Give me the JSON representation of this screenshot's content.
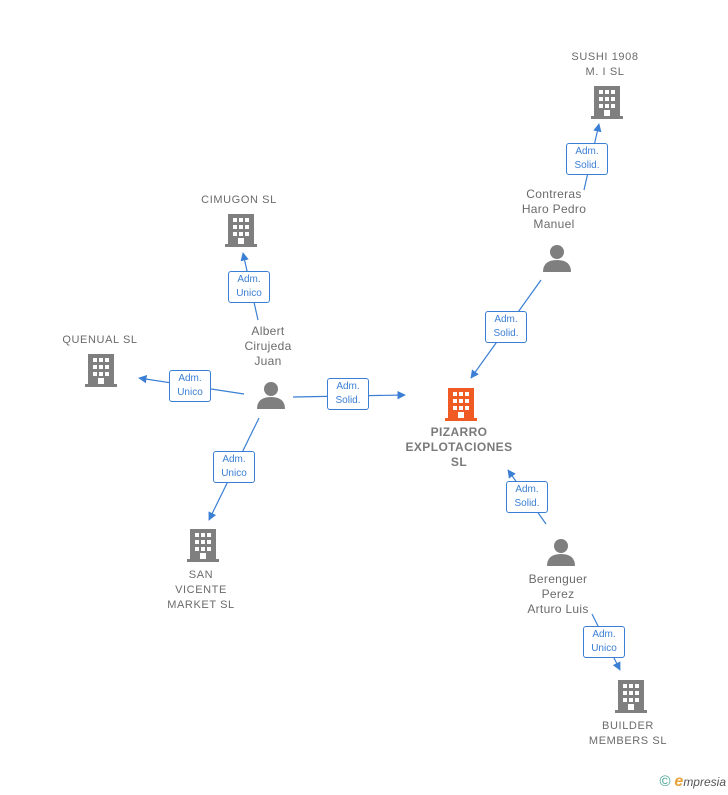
{
  "colors": {
    "edge": "#3b7fd4",
    "node_gray": "#7f7f7f",
    "node_main": "#f05a23"
  },
  "nodes": {
    "pizarro": {
      "label": "PIZARRO\nEXPLOTACIONES\nSL",
      "icon": "building-icon"
    },
    "sushi": {
      "label": "SUSHI 1908\nM. I SL",
      "icon": "building-icon"
    },
    "cimugon": {
      "label": "CIMUGON SL",
      "icon": "building-icon"
    },
    "quenual": {
      "label": "QUENUAL SL",
      "icon": "building-icon"
    },
    "sanvicente": {
      "label": "SAN\nVICENTE\nMARKET SL",
      "icon": "building-icon"
    },
    "builder": {
      "label": "BUILDER\nMEMBERS SL",
      "icon": "building-icon"
    },
    "contreras": {
      "label": "Contreras\nHaro Pedro\nManuel",
      "icon": "person-icon"
    },
    "albert": {
      "label": "Albert\nCirujeda\nJuan",
      "icon": "person-icon"
    },
    "berenguer": {
      "label": "Berenguer\nPerez\nArturo Luis",
      "icon": "person-icon"
    }
  },
  "edges": {
    "e1": "Adm.\nSolid.",
    "e2": "Adm.\nSolid.",
    "e3": "Adm.\nUnico",
    "e4": "Adm.\nUnico",
    "e5": "Adm.\nSolid.",
    "e6": "Adm.\nUnico",
    "e7": "Adm.\nSolid.",
    "e8": "Adm.\nUnico"
  },
  "footer": {
    "copyright": "©",
    "brand_initial": "e",
    "brand_rest": "mpresia"
  }
}
